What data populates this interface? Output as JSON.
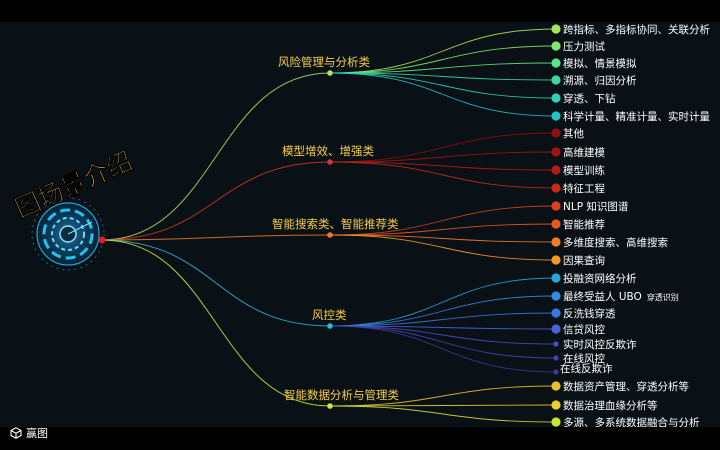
{
  "root": {
    "title": "图场景介绍",
    "color": "#e11d2a"
  },
  "branches": [
    {
      "label": "风险管理与分析类",
      "color": "#b5e06a",
      "leaves": [
        {
          "label": "跨指标、多指标协同、关联分析",
          "color": "#a5e35a"
        },
        {
          "label": "压力测试",
          "color": "#7fe870"
        },
        {
          "label": "模拟、情景模拟",
          "color": "#5fe08a"
        },
        {
          "label": "溯源、归因分析",
          "color": "#3ed6a0"
        },
        {
          "label": "穿透、下钻",
          "color": "#2fd0b5"
        },
        {
          "label": "科学计量、精准计量、实时计量",
          "color": "#22c6c6"
        }
      ]
    },
    {
      "label": "模型增效、增强类",
      "color": "#d0342c",
      "leaves": [
        {
          "label": "其他",
          "color": "#8b1010"
        },
        {
          "label": "高维建模",
          "color": "#9e1512"
        },
        {
          "label": "模型训练",
          "color": "#b21a14"
        },
        {
          "label": "特征工程",
          "color": "#c52b18"
        }
      ]
    },
    {
      "label": "智能搜索类、智能推荐类",
      "color": "#f07a2a",
      "leaves": [
        {
          "label": "NLP 知识图谱",
          "color": "#d9421c"
        },
        {
          "label": "智能推荐",
          "color": "#e85a20"
        },
        {
          "label": "多维度搜索、高维搜索",
          "color": "#f07d24"
        },
        {
          "label": "因果查询",
          "color": "#f59a2a"
        }
      ]
    },
    {
      "label": "风控类",
      "color": "#2fb8d8",
      "leaves": [
        {
          "label": "投融资网络分析",
          "color": "#25a8d8"
        },
        {
          "label": "最终受益人 UBO",
          "note": "穿透识别",
          "color": "#2f8ee0"
        },
        {
          "label": "反洗钱穿透",
          "color": "#3b76e0"
        },
        {
          "label": "信贷风控",
          "color": "#4a60d8"
        },
        {
          "label": "实时风控反欺诈",
          "color": "#4a4ec8"
        },
        {
          "label": "在线风控",
          "color": "#4444b0"
        },
        {
          "label": "在线反欺诈",
          "color": "#3a3a90"
        }
      ]
    },
    {
      "label": "智能数据分析与管理类",
      "color": "#d6e63a",
      "leaves": [
        {
          "label": "数据资产管理、穿透分析等",
          "color": "#e8c02a"
        },
        {
          "label": "数据治理血缘分析等",
          "color": "#e8d22e"
        },
        {
          "label": "多源、多系统数据融合与分析",
          "color": "#c8e23a"
        }
      ]
    }
  ],
  "logo": {
    "text": "赢图"
  }
}
